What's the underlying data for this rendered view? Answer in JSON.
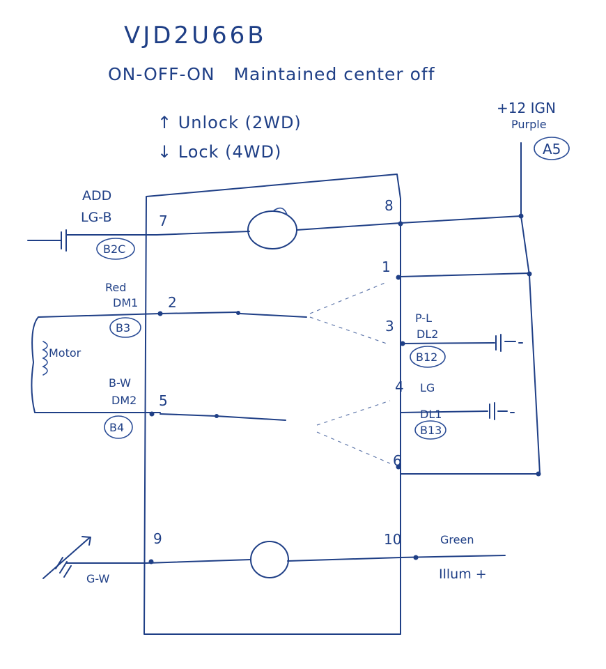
{
  "part_number": "VJD2U66B",
  "switch_type": "ON-OFF-ON   Maintained center off",
  "up_label": "↑ Unlock (2WD)",
  "down_label": "↓ Lock (4WD)",
  "power": {
    "label": "+12 IGN",
    "color": "Purple",
    "connector": "A5"
  },
  "left": {
    "add": {
      "name": "ADD",
      "color": "LG-B",
      "connector": "B2C"
    },
    "dm1": {
      "color": "Red",
      "name": "DM1",
      "connector": "B3"
    },
    "dm2": {
      "color": "B-W",
      "name": "DM2",
      "connector": "B4"
    },
    "motor": "Motor",
    "illum_ground": "G-W"
  },
  "right": {
    "dl2": {
      "color": "P-L",
      "name": "DL2",
      "connector": "B12"
    },
    "dl1": {
      "color": "LG",
      "name": "DL1",
      "connector": "B13"
    },
    "illum": {
      "color": "Green",
      "name": "Illum +"
    }
  },
  "pins": {
    "p1": "1",
    "p2": "2",
    "p3": "3",
    "p4": "4",
    "p5": "5",
    "p6": "6",
    "p7": "7",
    "p8": "8",
    "p9": "9",
    "p10": "10"
  }
}
